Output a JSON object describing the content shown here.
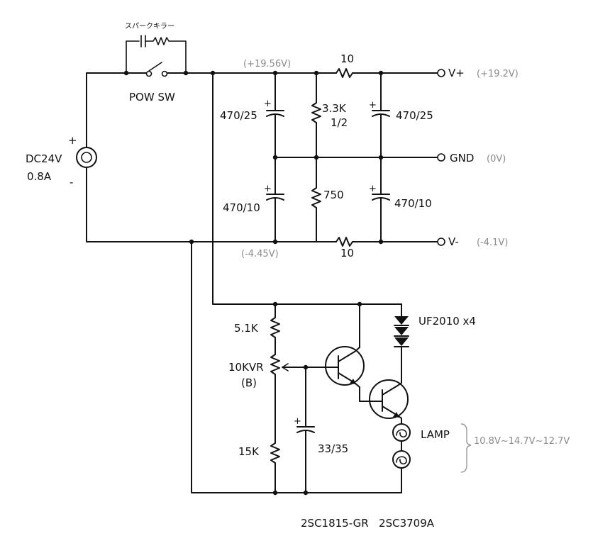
{
  "power_input": {
    "voltage": "DC24V",
    "current": "0.8A",
    "plus": "+",
    "minus": "-"
  },
  "switch": {
    "label": "POW SW",
    "killer": "スパークキラー"
  },
  "rails": {
    "top_node_voltage": "(+19.56V)",
    "bottom_node_voltage": "(-4.45V)",
    "vplus": {
      "label": "V+",
      "voltage": "(+19.2V)"
    },
    "gnd": {
      "label": "GND",
      "voltage": "(0V)"
    },
    "vminus": {
      "label": "V-",
      "voltage": "(-4.1V)"
    }
  },
  "components": {
    "r_top": "10",
    "r_bottom": "10",
    "c1": "470/25",
    "c2": "470/10",
    "r_33k": "3.3K",
    "r_33k_w": "1/2",
    "r_750": "750",
    "c3": "470/25",
    "c4": "470/10",
    "r_51k": "5.1K",
    "vr": "10KVR",
    "vr_b": "(B)",
    "r_15k": "15K",
    "c5": "33/35",
    "diodes": "UF2010 x4",
    "lamp": "LAMP",
    "lamp_voltage": "10.8V~14.7V~12.7V",
    "transistors": "2SC1815-GR   2SC3709A"
  },
  "cap_plus": "+"
}
